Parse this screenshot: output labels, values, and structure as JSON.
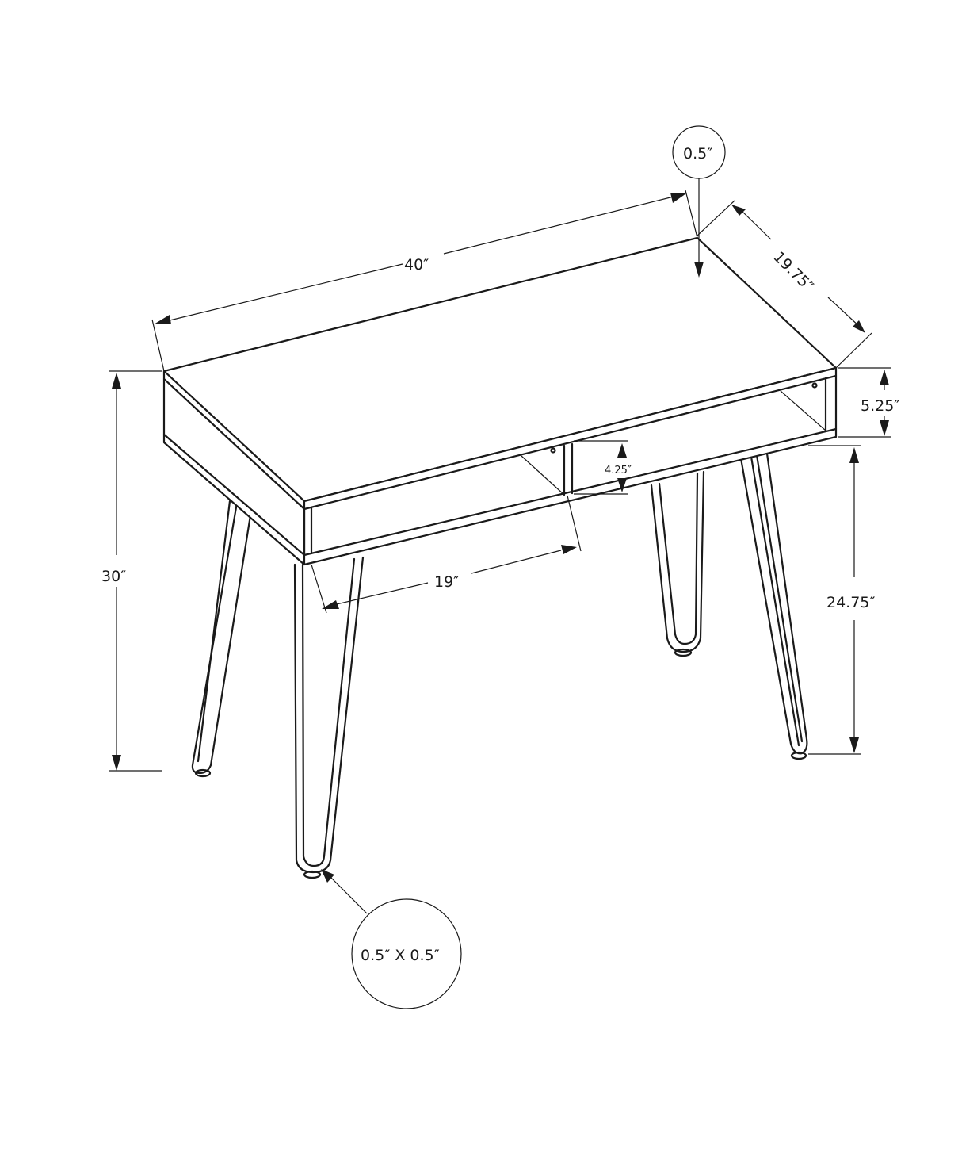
{
  "diagram": {
    "subject": "Desk with two open shelves and hairpin legs",
    "dimensions": {
      "width": "40″",
      "depth": "19.75″",
      "top_thickness": "0.5″",
      "total_height": "30″",
      "shelf_box_height": "5.25″",
      "shelf_opening_height": "4.25″",
      "shelf_width": "19″",
      "leg_clearance": "24.75″",
      "leg_rod": "0.5″ X 0.5″"
    },
    "colors": {
      "line": "#1a1a1a",
      "background": "#ffffff"
    }
  }
}
